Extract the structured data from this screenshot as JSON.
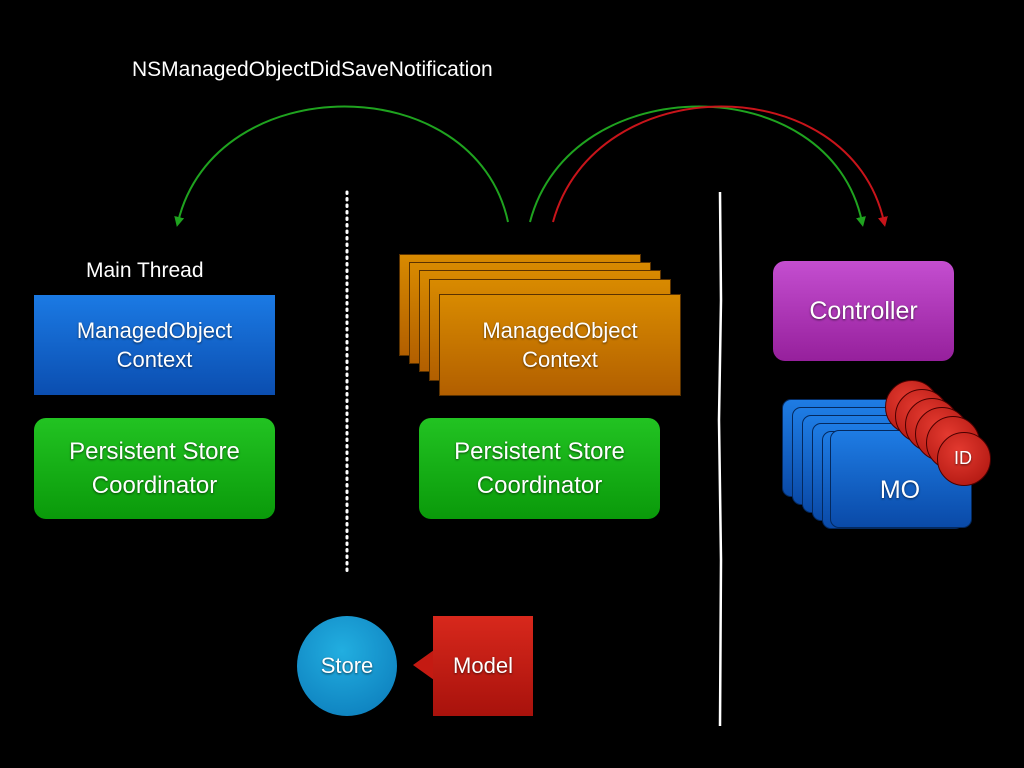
{
  "notification": {
    "label": "NSManagedObjectDidSaveNotification"
  },
  "main_thread": {
    "label": "Main Thread",
    "context": {
      "line1": "ManagedObject",
      "line2": "Context"
    },
    "coordinator": {
      "line1": "Persistent Store",
      "line2": "Coordinator"
    }
  },
  "background": {
    "context": {
      "line1": "ManagedObject",
      "line2": "Context"
    },
    "coordinator": {
      "line1": "Persistent Store",
      "line2": "Coordinator"
    }
  },
  "ui": {
    "controller": {
      "label": "Controller"
    },
    "managed_object": {
      "label": "MO"
    },
    "object_id": {
      "label": "ID"
    }
  },
  "storage": {
    "store": {
      "label": "Store"
    },
    "model": {
      "label": "Model"
    }
  },
  "colors": {
    "arrow_green": "#1fa31f",
    "arrow_red": "#c8141a",
    "context_blue": "#1b7ae4",
    "context_orange": "#d88a00",
    "coordinator_green": "#22c322",
    "controller_purple": "#b43cc0",
    "store_cyan": "#1ea8dc",
    "model_red": "#d8281c"
  }
}
